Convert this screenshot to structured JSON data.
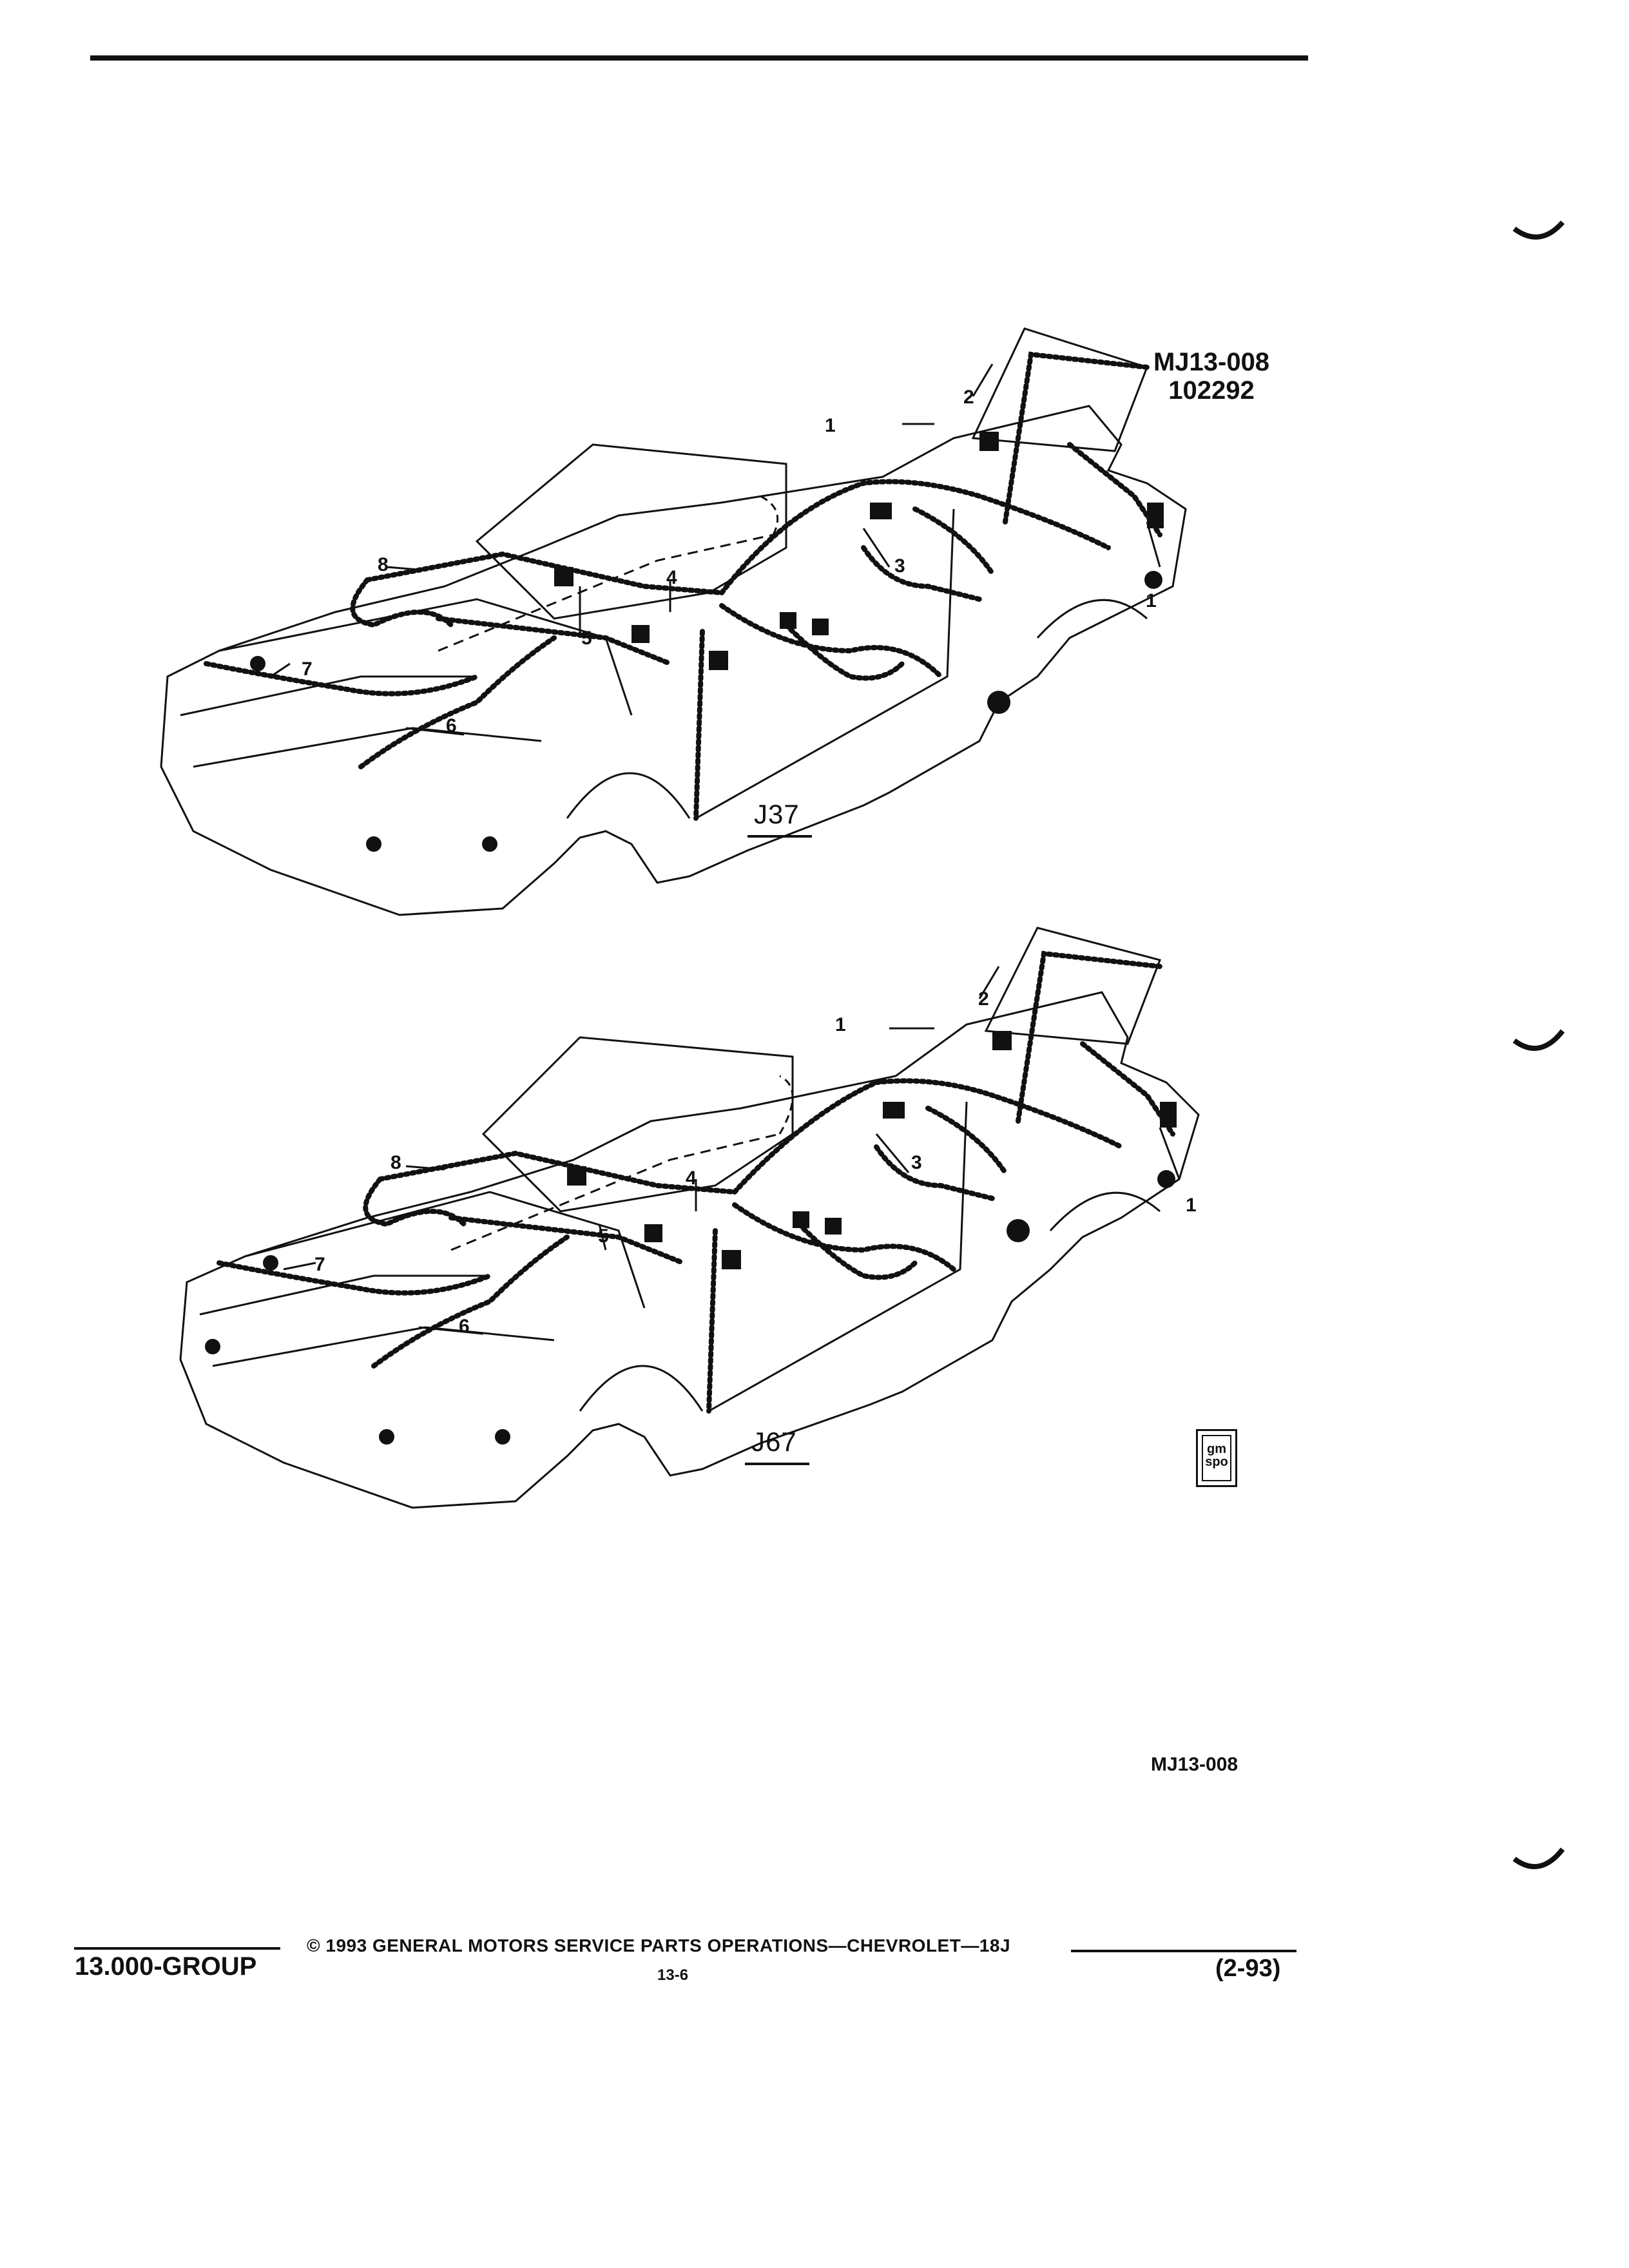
{
  "header": {
    "drawing_code": "MJ13-008",
    "drawing_date": "102292"
  },
  "views": [
    {
      "label": "J37",
      "callouts": [
        "1",
        "2",
        "1",
        "3",
        "4",
        "5",
        "6",
        "7",
        "8"
      ]
    },
    {
      "label": "J67",
      "callouts": [
        "1",
        "2",
        "1",
        "3",
        "4",
        "5",
        "6",
        "7",
        "8"
      ]
    }
  ],
  "figure_ref": "MJ13-008",
  "badge": {
    "line1": "gm",
    "line2": "spo"
  },
  "footer": {
    "copyright": "© 1993 GENERAL MOTORS SERVICE PARTS OPERATIONS—CHEVROLET—18J",
    "group": "13.000-GROUP",
    "page": "13-6",
    "revision": "(2-93)"
  }
}
